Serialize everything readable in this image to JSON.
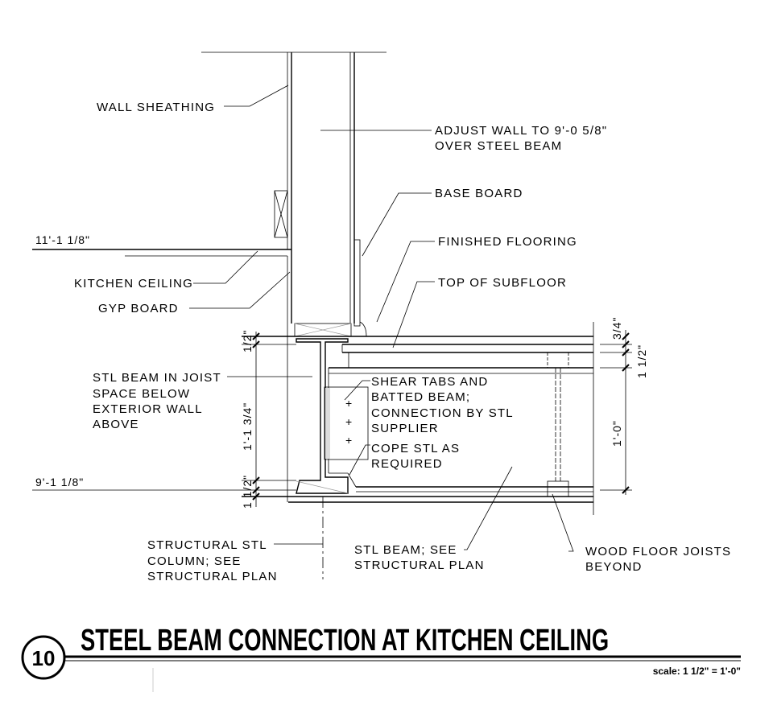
{
  "labels": {
    "wall_sheathing": "WALL SHEATHING",
    "adjust_wall_1": "ADJUST WALL TO 9'-0 5/8\"",
    "adjust_wall_2": "OVER STEEL BEAM",
    "base_board": "BASE BOARD",
    "finished_flooring": "FINISHED FLOORING",
    "top_of_subfloor": "TOP OF SUBFLOOR",
    "kitchen_ceiling": "KITCHEN CEILING",
    "gyp_board": "GYP BOARD",
    "stl_beam_joist_1": "STL BEAM IN JOIST",
    "stl_beam_joist_2": "SPACE BELOW",
    "stl_beam_joist_3": "EXTERIOR WALL",
    "stl_beam_joist_4": "ABOVE",
    "shear_tabs_1": "SHEAR TABS AND",
    "shear_tabs_2": "BATTED BEAM;",
    "shear_tabs_3": "CONNECTION BY STL",
    "shear_tabs_4": "SUPPLIER",
    "cope_1": "COPE STL AS",
    "cope_2": "REQUIRED",
    "column_1": "STRUCTURAL STL",
    "column_2": "COLUMN; SEE",
    "column_3": "STRUCTURAL PLAN",
    "beam_1": "STL BEAM; SEE",
    "beam_2": "STRUCTURAL PLAN",
    "joists_1": "WOOD FLOOR JOISTS",
    "joists_2": "BEYOND"
  },
  "dimensions": {
    "elev_upper": "11'-1 1/8\"",
    "elev_lower": "9'-1 1/8\"",
    "left_top": "1/2\"",
    "left_mid": "1'-1 3/4\"",
    "left_bottom": "1 1/2\"",
    "right_top": "3/4\"",
    "right_mid": "1 1/2\"",
    "right_bottom": "1'-0\""
  },
  "title_block": {
    "number": "10",
    "title": "STEEL BEAM CONNECTION AT KITCHEN CEILING",
    "scale": "scale: 1 1/2\" = 1'-0\""
  }
}
